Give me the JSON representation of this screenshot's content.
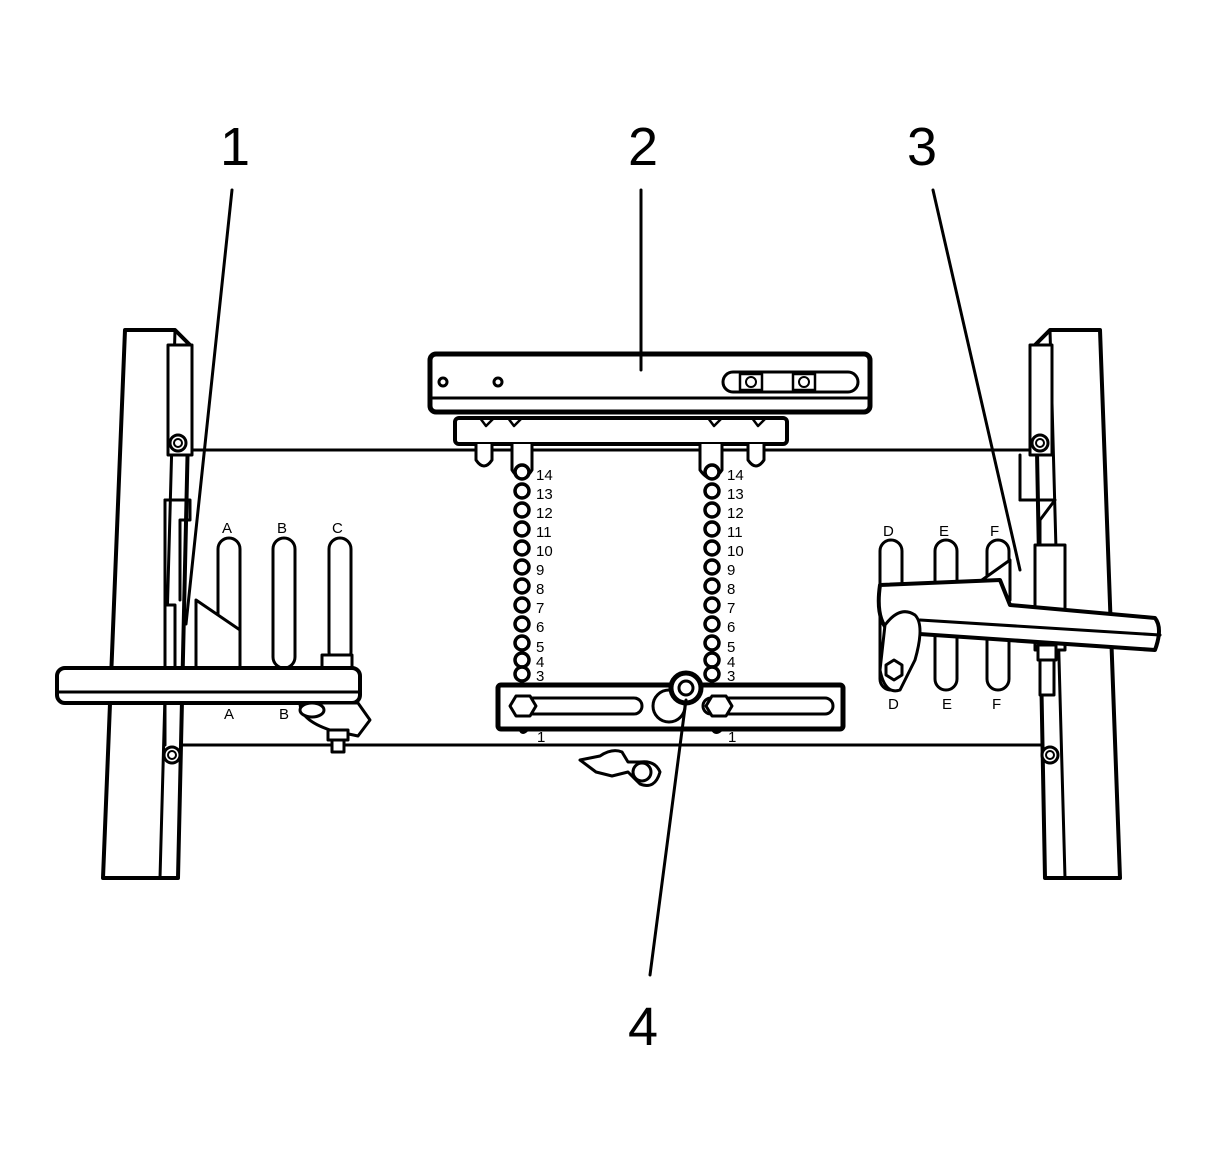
{
  "callouts": [
    "1",
    "2",
    "3",
    "4"
  ],
  "hole_numbers": [
    "14",
    "13",
    "12",
    "11",
    "10",
    "9",
    "8",
    "7",
    "6",
    "5",
    "4",
    "3"
  ],
  "bottom_hole_label": "1",
  "left_post_labels": [
    "A",
    "B",
    "C"
  ],
  "left_arm_labels": [
    "A",
    "B"
  ],
  "right_post_labels": [
    "D",
    "E",
    "F"
  ],
  "right_arm_labels": [
    "D",
    "E",
    "F"
  ]
}
